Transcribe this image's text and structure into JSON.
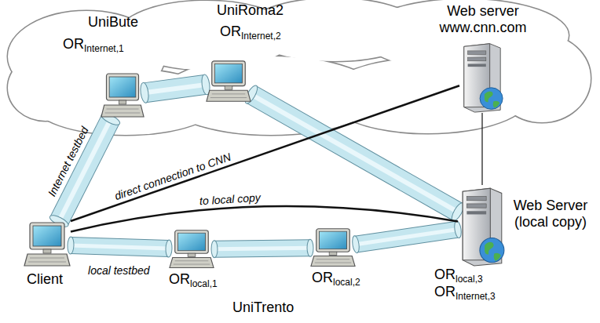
{
  "diagram": {
    "nodes": [
      {
        "text": [
          "UniBute",
          "OR",
          "Internet,1"
        ]
      },
      {
        "text": [
          "UniRoma2",
          "OR",
          "Internet,2"
        ]
      },
      {
        "text": [
          "Web server www.cnn.com"
        ]
      },
      {
        "text": [
          "Client"
        ]
      },
      {
        "text": [
          "OR",
          "local,1"
        ]
      },
      {
        "text": [
          "OR",
          "local,2"
        ]
      },
      {
        "text": [
          "Web Server (local copy)",
          "OR",
          "local,3",
          "OR",
          "Internet,3"
        ]
      }
    ],
    "edges": [
      {
        "from": 3,
        "to": 0,
        "arrow": "none",
        "label": "Internet testbed"
      },
      {
        "from": 0,
        "to": 1,
        "arrow": "none"
      },
      {
        "from": 1,
        "to": 6,
        "arrow": "none"
      },
      {
        "from": 3,
        "to": 4,
        "arrow": "none",
        "label": "local testbed"
      },
      {
        "from": 4,
        "to": 5,
        "arrow": "none"
      },
      {
        "from": 5,
        "to": 6,
        "arrow": "none"
      },
      {
        "from": 3,
        "to": 2,
        "arrow": "none",
        "label": "direct connection to CNN"
      },
      {
        "from": 3,
        "to": 6,
        "arrow": "none",
        "label": "to local copy"
      },
      {
        "from": 2,
        "to": 6,
        "arrow": "none"
      }
    ],
    "labels": [
      "UniTrento"
    ]
  }
}
